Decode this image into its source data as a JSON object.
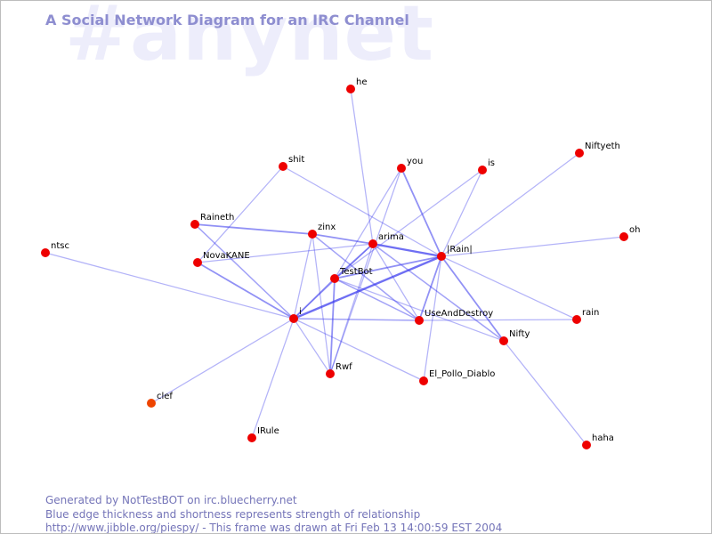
{
  "watermark": "#anynet",
  "title": "A Social Network Diagram for an IRC Channel",
  "footer": {
    "line1": "Generated by NotTestBOT on irc.bluecherry.net",
    "line2": "Blue edge thickness and shortness represents strength of relationship",
    "line3": "http://www.jibble.org/piespy/ - This frame was drawn at Fri Feb 13 14:00:59 EST 2004"
  },
  "colors": {
    "node": "#ee0000",
    "node_inactive": "#ee4400",
    "edge": "#3a3aee",
    "title": "#8e8ed0",
    "watermark": "#ededfb",
    "footer": "#7474b8"
  },
  "nodes": [
    {
      "id": "he",
      "label": "he"
    },
    {
      "id": "shit",
      "label": "shit"
    },
    {
      "id": "you",
      "label": "you"
    },
    {
      "id": "is",
      "label": "is"
    },
    {
      "id": "Niftyeth",
      "label": "Niftyeth"
    },
    {
      "id": "Raineth",
      "label": "Raineth"
    },
    {
      "id": "zinx",
      "label": "zinx"
    },
    {
      "id": "arima",
      "label": "arima"
    },
    {
      "id": "Rain",
      "label": "|Rain|"
    },
    {
      "id": "oh",
      "label": "oh"
    },
    {
      "id": "ntsc",
      "label": "ntsc"
    },
    {
      "id": "NovaKANE",
      "label": "NovaKANE"
    },
    {
      "id": "TestBot",
      "label": "TestBot"
    },
    {
      "id": "i",
      "label": "i"
    },
    {
      "id": "UseAndDestroy",
      "label": "UseAndDestroy"
    },
    {
      "id": "rain",
      "label": "rain"
    },
    {
      "id": "Nifty",
      "label": "Nifty"
    },
    {
      "id": "Rwf",
      "label": "Rwf"
    },
    {
      "id": "El_Pollo_Diablo",
      "label": "El_Pollo_Diablo"
    },
    {
      "id": "clef",
      "label": "clef"
    },
    {
      "id": "IRule",
      "label": "IRule"
    },
    {
      "id": "haha",
      "label": "haha"
    }
  ],
  "edges": [
    {
      "from": "arima",
      "to": "Rain",
      "weight": 3
    },
    {
      "from": "i",
      "to": "Rain",
      "weight": 3
    },
    {
      "from": "Raineth",
      "to": "zinx",
      "weight": 2
    },
    {
      "from": "you",
      "to": "Rain",
      "weight": 2
    },
    {
      "from": "TestBot",
      "to": "Rain",
      "weight": 2
    },
    {
      "from": "UseAndDestroy",
      "to": "Rain",
      "weight": 2
    },
    {
      "from": "Rain",
      "to": "Nifty",
      "weight": 2
    },
    {
      "from": "zinx",
      "to": "arima",
      "weight": 2
    },
    {
      "from": "TestBot",
      "to": "Rwf",
      "weight": 2
    },
    {
      "from": "arima",
      "to": "TestBot",
      "weight": 2
    },
    {
      "from": "NovaKANE",
      "to": "i",
      "weight": 2
    },
    {
      "from": "i",
      "to": "TestBot",
      "weight": 2
    },
    {
      "from": "zinx",
      "to": "UseAndDestroy",
      "weight": 1.5
    },
    {
      "from": "arima",
      "to": "Nifty",
      "weight": 1.5
    },
    {
      "from": "TestBot",
      "to": "UseAndDestroy",
      "weight": 1.5
    },
    {
      "from": "Raineth",
      "to": "i",
      "weight": 1.5
    },
    {
      "from": "i",
      "to": "UseAndDestroy",
      "weight": 1.5
    },
    {
      "from": "he",
      "to": "arima",
      "weight": 1
    },
    {
      "from": "shit",
      "to": "Rain",
      "weight": 1
    },
    {
      "from": "shit",
      "to": "NovaKANE",
      "weight": 1
    },
    {
      "from": "you",
      "to": "TestBot",
      "weight": 1
    },
    {
      "from": "you",
      "to": "Rwf",
      "weight": 1
    },
    {
      "from": "is",
      "to": "Rain",
      "weight": 1
    },
    {
      "from": "is",
      "to": "TestBot",
      "weight": 1
    },
    {
      "from": "Niftyeth",
      "to": "Rain",
      "weight": 1
    },
    {
      "from": "ntsc",
      "to": "i",
      "weight": 1
    },
    {
      "from": "NovaKANE",
      "to": "arima",
      "weight": 1
    },
    {
      "from": "Rain",
      "to": "oh",
      "weight": 1
    },
    {
      "from": "zinx",
      "to": "i",
      "weight": 1
    },
    {
      "from": "zinx",
      "to": "Rwf",
      "weight": 1
    },
    {
      "from": "arima",
      "to": "UseAndDestroy",
      "weight": 1
    },
    {
      "from": "arima",
      "to": "i",
      "weight": 1
    },
    {
      "from": "Rain",
      "to": "El_Pollo_Diablo",
      "weight": 1
    },
    {
      "from": "TestBot",
      "to": "Nifty",
      "weight": 1
    },
    {
      "from": "UseAndDestroy",
      "to": "rain",
      "weight": 1
    },
    {
      "from": "Rain",
      "to": "rain",
      "weight": 1
    },
    {
      "from": "i",
      "to": "El_Pollo_Diablo",
      "weight": 1
    },
    {
      "from": "i",
      "to": "Rwf",
      "weight": 1
    },
    {
      "from": "i",
      "to": "clef",
      "weight": 1
    },
    {
      "from": "i",
      "to": "IRule",
      "weight": 1
    },
    {
      "from": "Nifty",
      "to": "haha",
      "weight": 1
    },
    {
      "from": "arima",
      "to": "Rwf",
      "weight": 1
    }
  ]
}
